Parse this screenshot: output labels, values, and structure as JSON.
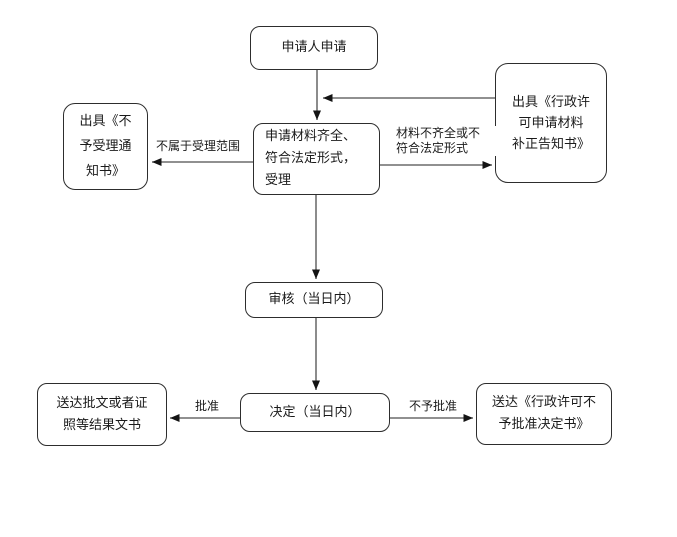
{
  "flowchart": {
    "nodes": {
      "apply": {
        "label": "申请人申请"
      },
      "accept": {
        "label": "申请材料齐全、\n符合法定形式，\n受理"
      },
      "reject_notice": {
        "label": "出具《不\n予受理通\n知书》"
      },
      "supplement_notice": {
        "label": "出具《行政许\n可申请材料\n补正告知书》"
      },
      "review": {
        "label": "审核（当日内）"
      },
      "decision": {
        "label": "决定（当日内）"
      },
      "deliver_approval": {
        "label": "送达批文或者证\n照等结果文书"
      },
      "deliver_denial": {
        "label": "送达《行政许可不\n予批准决定书》"
      }
    },
    "edge_labels": {
      "out_of_scope": "不属于受理范围",
      "incomplete_materials": "材料不齐全或不\n符合法定形式",
      "approved": "批准",
      "not_approved": "不予批准"
    },
    "colors": {
      "background": "#ffffff",
      "node_border": "#2d2d2d",
      "line": "#4d4d4d",
      "arrowhead": "#141414",
      "text": "#1a1a1a"
    }
  }
}
